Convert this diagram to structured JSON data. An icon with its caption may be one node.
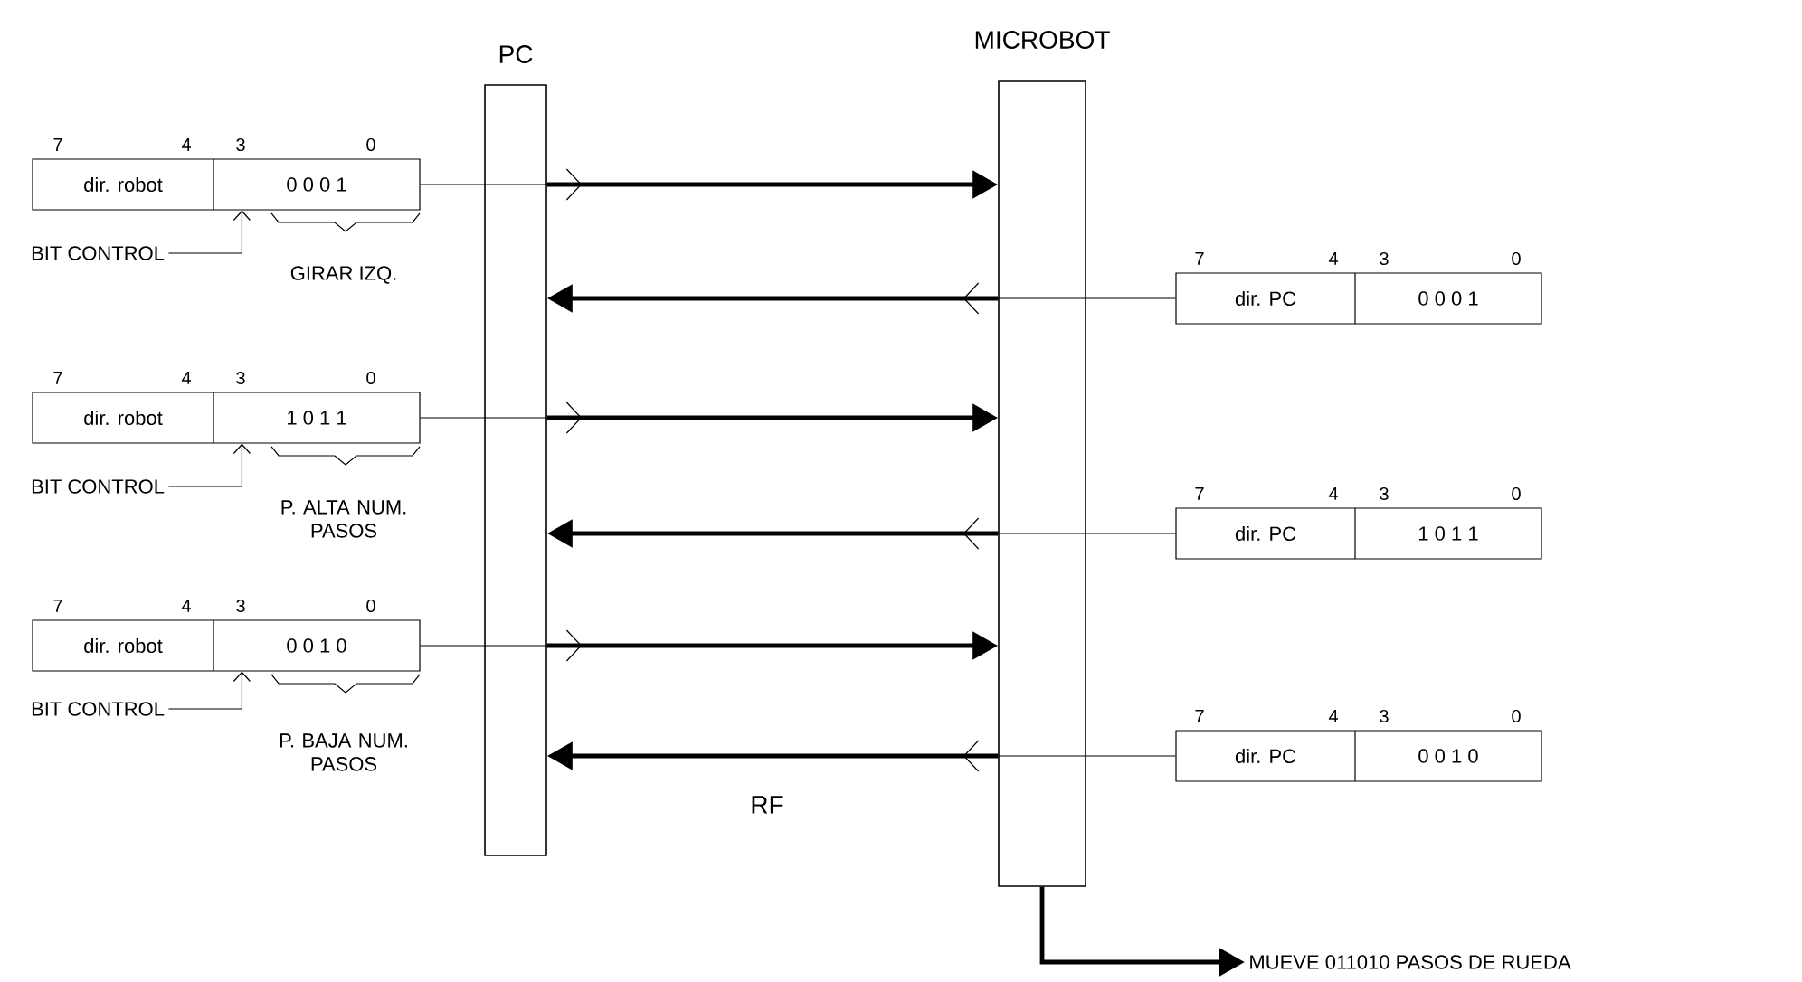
{
  "diagram": {
    "nodes": [
      {
        "text": [
          "PC"
        ]
      },
      {
        "text": [
          "MICROBOT"
        ]
      },
      {
        "text": [
          "dir. robot",
          "0 0 0 1"
        ]
      },
      {
        "text": [
          "dir. robot",
          "1 0 1 1"
        ]
      },
      {
        "text": [
          "dir. robot",
          "0 0 1 0"
        ]
      },
      {
        "text": [
          "dir. PC",
          "0 0 0 1"
        ]
      },
      {
        "text": [
          "dir. PC",
          "1 0 1 1"
        ]
      },
      {
        "text": [
          "dir. PC",
          "0 0 1 0"
        ]
      },
      {
        "text": [
          "BIT CONTROL"
        ]
      },
      {
        "text": [
          "BIT CONTROL"
        ]
      },
      {
        "text": [
          "BIT CONTROL"
        ]
      },
      {
        "text": [
          "MUEVE 011010 PASOS DE RUEDA"
        ]
      }
    ],
    "edges": [
      {
        "from": 2,
        "to": 0,
        "arrow": "to"
      },
      {
        "from": 0,
        "to": 1,
        "arrow": "to",
        "style": "thick"
      },
      {
        "from": 1,
        "to": 0,
        "arrow": "to",
        "style": "thick"
      },
      {
        "from": 5,
        "to": 1,
        "arrow": "to"
      },
      {
        "from": 3,
        "to": 0,
        "arrow": "to"
      },
      {
        "from": 0,
        "to": 1,
        "arrow": "to",
        "style": "thick"
      },
      {
        "from": 1,
        "to": 0,
        "arrow": "to",
        "style": "thick"
      },
      {
        "from": 6,
        "to": 1,
        "arrow": "to"
      },
      {
        "from": 4,
        "to": 0,
        "arrow": "to"
      },
      {
        "from": 0,
        "to": 1,
        "arrow": "to",
        "style": "thick"
      },
      {
        "from": 1,
        "to": 0,
        "arrow": "to",
        "style": "thick"
      },
      {
        "from": 7,
        "to": 1,
        "arrow": "to"
      },
      {
        "from": 8,
        "to": 2,
        "arrow": "to"
      },
      {
        "from": 9,
        "to": 3,
        "arrow": "to"
      },
      {
        "from": 10,
        "to": 4,
        "arrow": "to"
      },
      {
        "from": 1,
        "to": 11,
        "arrow": "to",
        "style": "thick"
      }
    ],
    "labels": [
      "7",
      "4",
      "3",
      "0",
      "GIRAR IZQ.",
      "7",
      "4",
      "3",
      "0",
      "7",
      "4",
      "3",
      "0",
      "P. ALTA NUM. PASOS",
      "7",
      "4",
      "3",
      "0",
      "7",
      "4",
      "3",
      "0",
      "P. BAJA NUM. PASOS",
      "7",
      "4",
      "3",
      "0",
      "RF"
    ]
  }
}
